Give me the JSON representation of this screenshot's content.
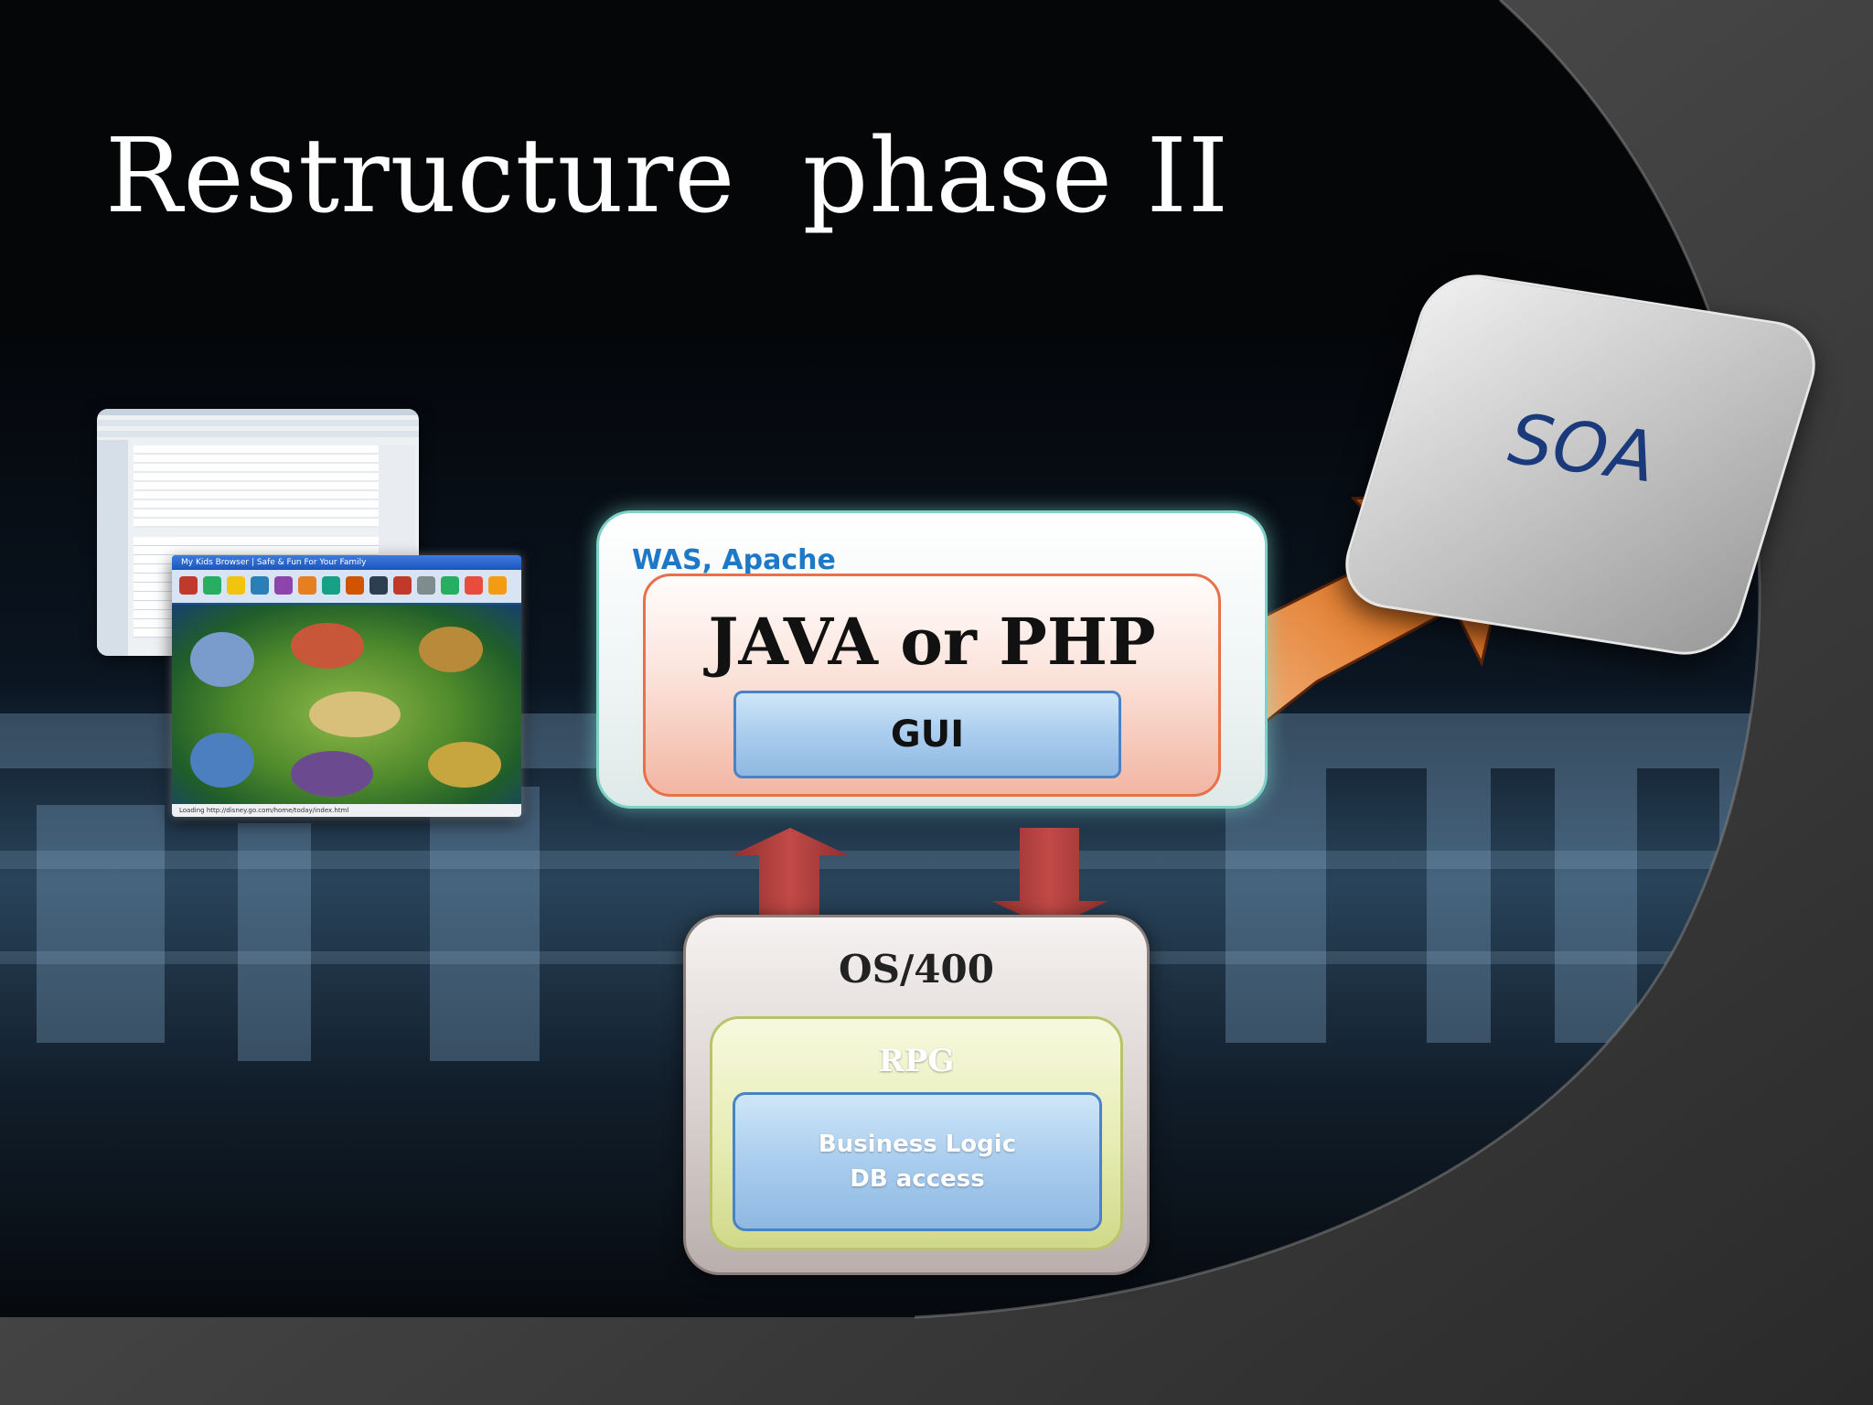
{
  "slide": {
    "title": "Restructure  phase II"
  },
  "screenshots": {
    "front_titlebar": "My Kids Browser | Safe & Fun For Your Family",
    "front_status": "Loading    http://disney.go.com/home/today/index.html"
  },
  "web_server": {
    "label": "WAS, Apache",
    "language": "JAVA or PHP",
    "gui": "GUI"
  },
  "host": {
    "label": "OS/400",
    "rpg": "RPG",
    "business_logic": "Business Logic",
    "db_access": "DB access"
  },
  "soa": {
    "label": "SOA"
  },
  "colors": {
    "background": "#050608",
    "was_border": "#7fd1c7",
    "lang_border": "#e8704a",
    "blue_box": "#a9cdee",
    "red_arrow": "#b8403e",
    "orange_arrow": "#e07a2a",
    "rpg_fill": "#e6ecb3",
    "soa_text": "#1b3a7c"
  }
}
